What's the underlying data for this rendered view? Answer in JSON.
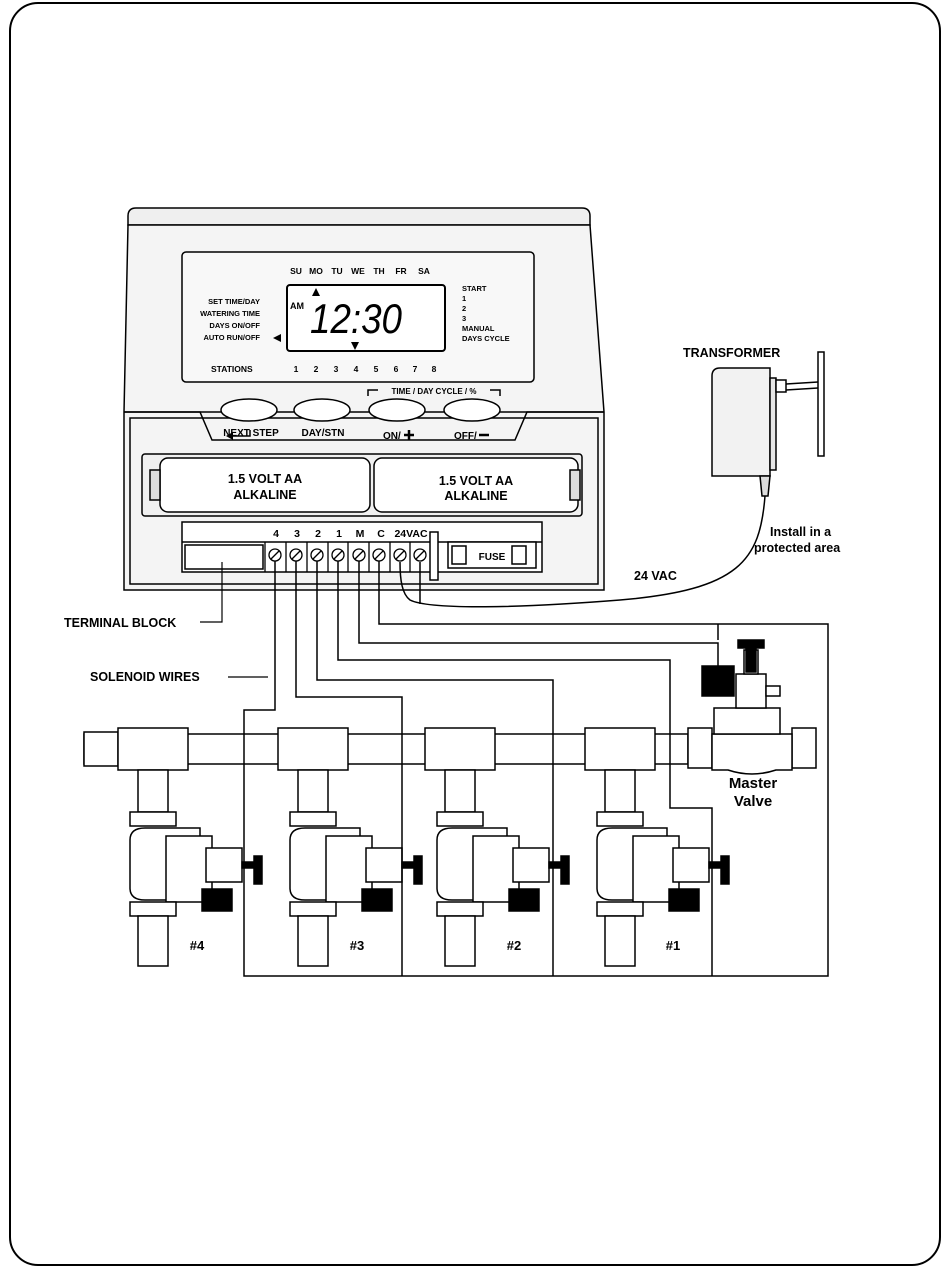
{
  "lcd": {
    "days": [
      "SU",
      "MO",
      "TU",
      "WE",
      "TH",
      "FR",
      "SA"
    ],
    "time": "12:30",
    "ampm": "AM",
    "left_modes": [
      "SET TIME/DAY",
      "WATERING TIME",
      "DAYS ON/OFF",
      "AUTO RUN/OFF"
    ],
    "right_modes": [
      "START",
      "1",
      "2",
      "3",
      "MANUAL",
      "DAYS CYCLE"
    ],
    "stations_label": "STATIONS",
    "stations": [
      "1",
      "2",
      "3",
      "4",
      "5",
      "6",
      "7",
      "8"
    ]
  },
  "buttons": {
    "group_label": "TIME / DAY CYCLE / %",
    "next_step": "NEXT STEP",
    "day_stn": "DAY/STN",
    "on": "ON/",
    "off": "OFF/"
  },
  "batteries": [
    {
      "line1": "1.5 VOLT AA",
      "line2": "ALKALINE"
    },
    {
      "line1": "1.5 VOLT AA",
      "line2": "ALKALINE"
    }
  ],
  "terminal": {
    "labels": [
      "4",
      "3",
      "2",
      "1",
      "M",
      "C",
      "24VAC"
    ],
    "fuse": "FUSE"
  },
  "labels": {
    "transformer": "TRANSFORMER",
    "install_line1": "Install in a",
    "install_line2": "protected area",
    "vac": "24 VAC",
    "terminal_block": "TERMINAL BLOCK",
    "solenoid_wires": "SOLENOID WIRES",
    "master_line1": "Master",
    "master_line2": "Valve"
  },
  "valves": [
    "#4",
    "#3",
    "#2",
    "#1"
  ]
}
